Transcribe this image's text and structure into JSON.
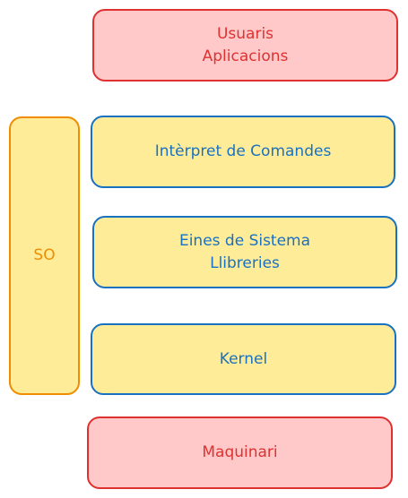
{
  "diagram": {
    "usuaris": {
      "line1": "Usuaris",
      "line2": "Aplicacions"
    },
    "interpret": {
      "label": "Intèrpret de Comandes"
    },
    "eines": {
      "line1": "Eines de Sistema",
      "line2": "Llibreries"
    },
    "kernel": {
      "label": "Kernel"
    },
    "maquinari": {
      "label": "Maquinari"
    },
    "so": {
      "label": "SO"
    }
  },
  "colors": {
    "red_fill": "#ffc9c9",
    "red_stroke": "#e03131",
    "yellow_fill": "#ffec99",
    "blue_stroke": "#1971c2",
    "orange_stroke": "#f08c00"
  }
}
